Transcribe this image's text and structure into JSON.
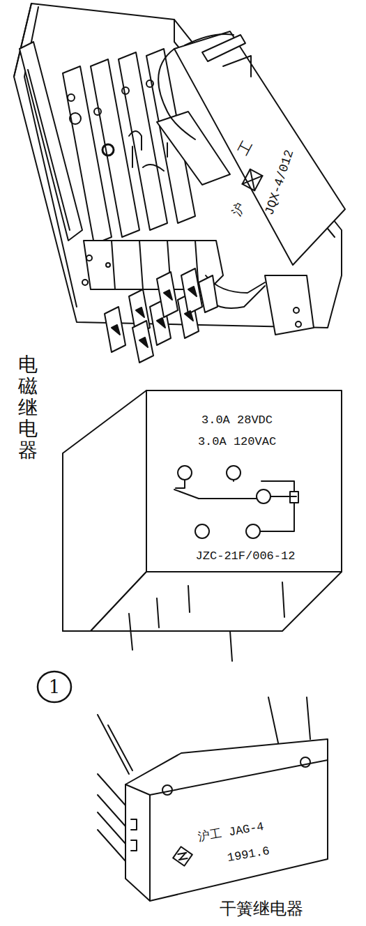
{
  "diagram": {
    "labels": [
      "工",
      "沪",
      "JQX-4/012",
      "电磁继电器",
      "3.0A 28VDC",
      "3.0A 120VAC",
      "JZC-21F/006-12",
      "1",
      "沪工 JAG-4",
      "1991.6",
      "干簧继电器"
    ]
  }
}
